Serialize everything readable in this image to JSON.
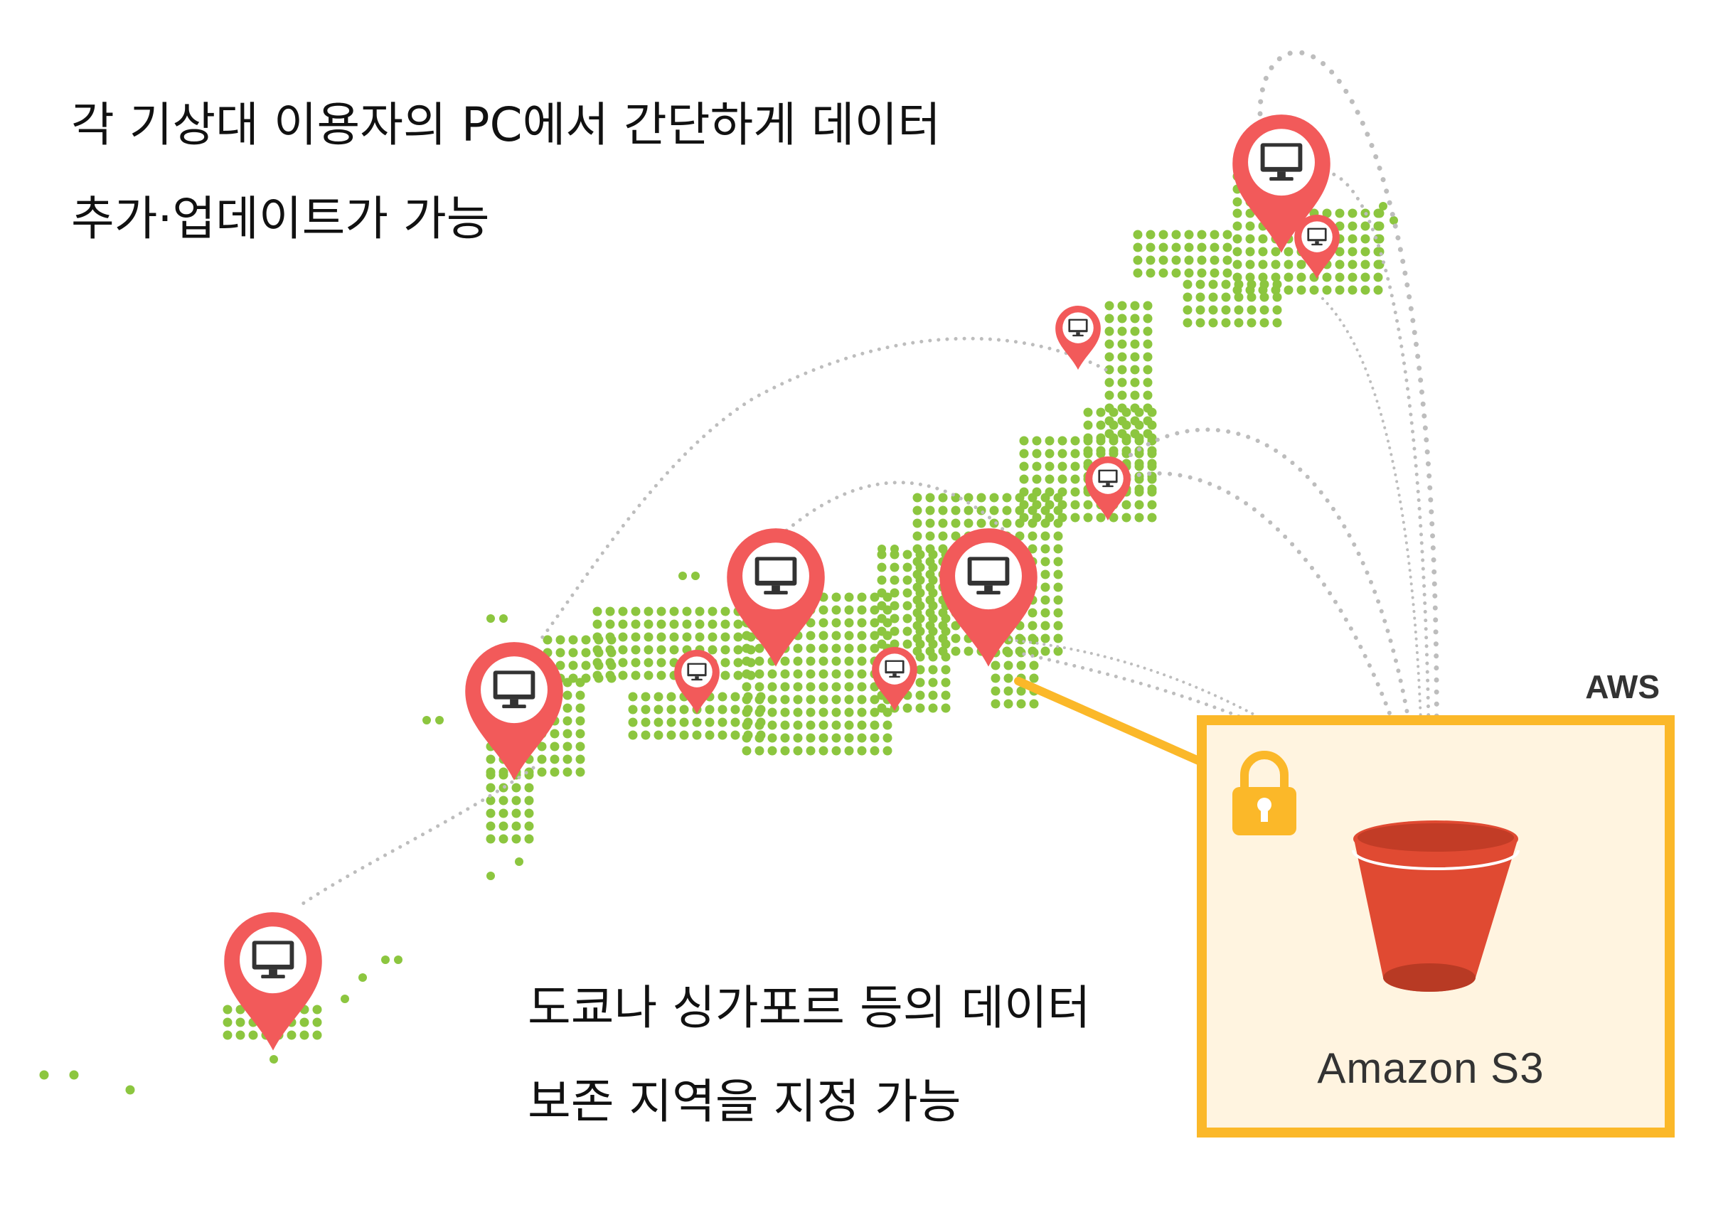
{
  "captions": {
    "top_line1": "각 기상대 이용자의 PC에서 간단하게 데이터",
    "top_line2": "추가·업데이트가 가능",
    "bottom_line1": "도쿄나 싱가포르 등의 데이터",
    "bottom_line2": "보존 지역을 지정 가능"
  },
  "aws_box": {
    "label": "AWS",
    "service": "Amazon S3"
  },
  "icons": {
    "pin": "location-pin-icon",
    "computer": "monitor-icon",
    "lock": "padlock-icon",
    "bucket": "s3-bucket-icon"
  },
  "colors": {
    "pin": "#F25A5A",
    "map_dot": "#8CC63F",
    "box_border": "#FBB829",
    "box_fill": "#FFF4E0",
    "bucket": "#E04A32",
    "bucket_dark": "#B83A24",
    "lock": "#FBB829",
    "link_dots": "#BDBDBD"
  }
}
